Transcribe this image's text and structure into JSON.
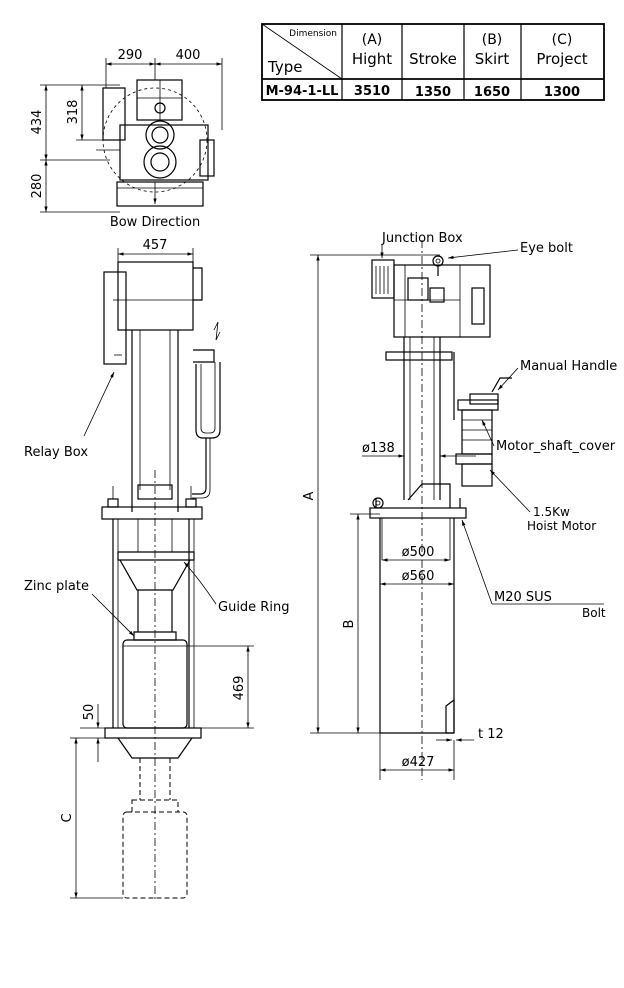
{
  "table": {
    "header_dimension": "Dimension",
    "header_type": "Type",
    "columns": [
      {
        "top": "(A)",
        "bottom": "Hight"
      },
      {
        "top": "",
        "bottom": "Stroke"
      },
      {
        "top": "(B)",
        "bottom": "Skirt"
      },
      {
        "top": "(C)",
        "bottom": "Project"
      }
    ],
    "row": {
      "type": "M-94-1-LL",
      "values": [
        "3510",
        "1350",
        "1650",
        "1300"
      ]
    }
  },
  "top_view": {
    "dim_290": "290",
    "dim_400": "400",
    "dim_434": "434",
    "dim_318": "318",
    "dim_280": "280",
    "caption": "Bow Direction"
  },
  "front_view": {
    "dim_457": "457",
    "relay_box": "Relay Box",
    "zinc_plate": "Zinc plate",
    "guide_ring": "Guide Ring",
    "dim_469": "469",
    "dim_50": "50",
    "dim_c": "C"
  },
  "side_view": {
    "junction_box": "Junction Box",
    "eye_bolt": "Eye bolt",
    "manual_handle": "Manual Handle",
    "motor_shaft_cover": "Motor_shaft_cover",
    "hoist_motor_1": "1.5Kw",
    "hoist_motor_2": "Hoist Motor",
    "bolt_1": "M20 SUS",
    "bolt_2": "Bolt",
    "dia_138": "ø138",
    "dia_500": "ø500",
    "dia_560": "ø560",
    "dia_427": "ø427",
    "t12": "t 12",
    "dim_a": "A",
    "dim_b": "B"
  }
}
